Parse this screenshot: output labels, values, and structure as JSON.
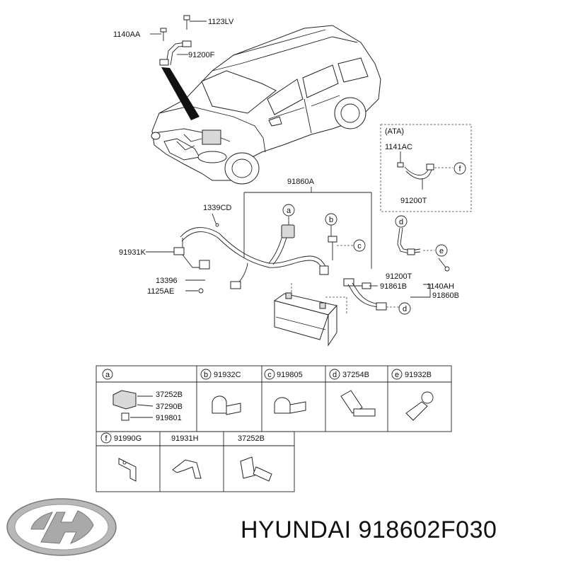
{
  "labels": {
    "l1123LV": "1123LV",
    "l1140AA": "1140AA",
    "l91200F": "91200F",
    "lATA": "(ATA)",
    "l1141AC": "1141AC",
    "l91200T_ata": "91200T",
    "l91860A": "91860A",
    "l1339CD": "1339CD",
    "l91931K": "91931K",
    "l13396": "13396",
    "l1125AE": "1125AE",
    "l91200T": "91200T",
    "l91861B": "91861B",
    "l1140AH": "1140AH",
    "l91860B": "91860B"
  },
  "callouts": {
    "a": "a",
    "b": "b",
    "c": "c",
    "d1": "d",
    "d2": "d",
    "e": "e",
    "f": "f"
  },
  "table": {
    "row1": [
      {
        "key": "a",
        "code": ""
      },
      {
        "key": "b",
        "code": "91932C"
      },
      {
        "key": "c",
        "code": "919805"
      },
      {
        "key": "d",
        "code": "37254B"
      },
      {
        "key": "e",
        "code": "91932B"
      }
    ],
    "a_parts": [
      "37252B",
      "37290B",
      "919801"
    ],
    "row2": [
      {
        "key": "f",
        "code": "91990G"
      },
      {
        "key": "",
        "code": "91931H"
      },
      {
        "key": "",
        "code": "37252B"
      }
    ]
  },
  "brand": {
    "text": "HYUNDAI 918602F030"
  }
}
